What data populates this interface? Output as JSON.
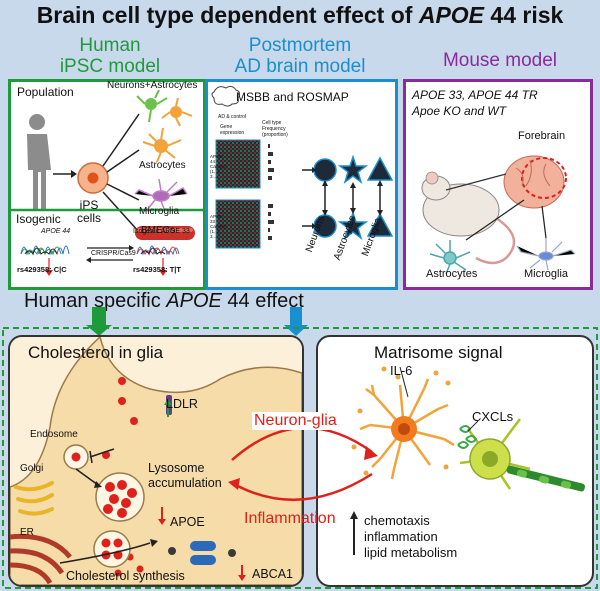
{
  "title": {
    "prefix": "Brain cell type dependent effect of ",
    "gene": "APOE",
    "suffix": " 44 risk"
  },
  "colors": {
    "background": "#c9d9ec",
    "human": "#1f9a3b",
    "postmortem": "#1a8fcf",
    "mouse": "#8a2b9a",
    "red": "#e0201b"
  },
  "human": {
    "heading_line1": "Human",
    "heading_line2": "iPSC model",
    "population": "Population",
    "ips_line1": "iPS",
    "ips_line2": "cells",
    "cell_types": [
      "Neurons+Astrocytes",
      "Astrocytes",
      "Microglia",
      "BMECs"
    ],
    "isogenic": "Isogenic",
    "apoe44_label": "APOE 44",
    "apoe44_snp": "rs429358: C|C",
    "apoe33_label": "Isogenic APOE 33",
    "apoe33_snp": "rs429358: T|T",
    "crispr": "CRISPR/Cas9"
  },
  "postmortem": {
    "heading_line1": "Postmortem",
    "heading_line2": "AD brain model",
    "datasets": "MSBB and ROSMAP",
    "ad_control": "AD & control",
    "gene_expression": "Gene expression",
    "cell_type_freq": "Cell type Frequency (proportion)",
    "carriers44": "APOE 44 Carriers (1, 2, 3...)",
    "carriers33": "APOE 33 Carriers (1, 2, 3...)",
    "cell_labels": [
      "Neurons",
      "Astrocytes",
      "Microglia"
    ]
  },
  "mouse": {
    "heading": "Mouse model",
    "line1": "APOE 33, APOE 44 TR",
    "line2": "Apoe KO and WT",
    "forebrain": "Forebrain",
    "astrocytes": "Astrocytes",
    "microglia": "Microglia"
  },
  "human_specific": {
    "prefix": "Human specific ",
    "gene": "APOE",
    "suffix": " 44 effect"
  },
  "cholesterol": {
    "title": "Cholesterol in glia",
    "ldlr": "LDLR",
    "endosome": "Endosome",
    "golgi": "Golgi",
    "er": "ER",
    "lysosome_line1": "Lysosome",
    "lysosome_line2": "accumulation",
    "apoe": "APOE",
    "abca1": "ABCA1",
    "synthesis": "Cholesterol synthesis"
  },
  "arrows": {
    "neuron_glia": "Neuron-glia",
    "inflammation": "Inflammation"
  },
  "matrisome": {
    "title": "Matrisome signal",
    "il6": "IL-6",
    "cxcls": "CXCLs",
    "terms": [
      "chemotaxis",
      "inflammation",
      "lipid metabolism"
    ]
  }
}
